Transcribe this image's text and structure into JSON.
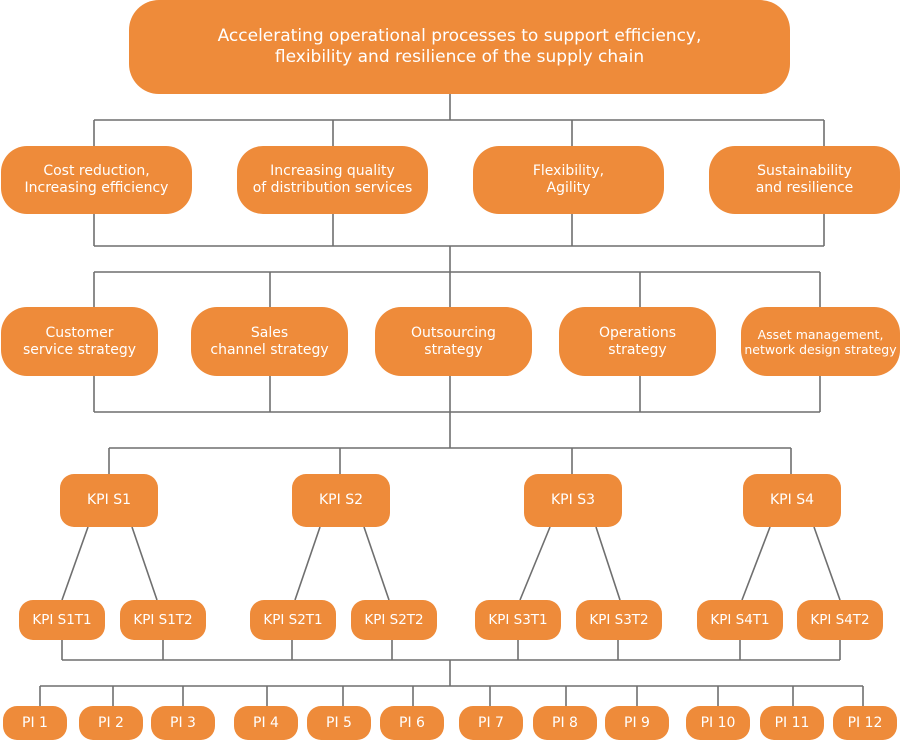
{
  "diagram": {
    "top": "Accelerating operational processes to support efficiency,\nflexibility and resilience of the supply chain",
    "objectives": [
      "Cost reduction,\nIncreasing efficiency",
      "Increasing quality\nof distribution services",
      "Flexibility,\nAgility",
      "Sustainability\nand resilience"
    ],
    "strategies": [
      "Customer\nservice strategy",
      "Sales\nchannel strategy",
      "Outsourcing\nstrategy",
      "Operations\nstrategy",
      "Asset management,\nnetwork design strategy"
    ],
    "kpis": [
      "KPI S1",
      "KPI S2",
      "KPI S3",
      "KPI S4"
    ],
    "sub_kpis": [
      "KPI S1T1",
      "KPI S1T2",
      "KPI S2T1",
      "KPI S2T2",
      "KPI S3T1",
      "KPI S3T2",
      "KPI S4T1",
      "KPI S4T2"
    ],
    "pis": [
      "PI 1",
      "PI 2",
      "PI 3",
      "PI 4",
      "PI 5",
      "PI 6",
      "PI 7",
      "PI 8",
      "PI 9",
      "PI 10",
      "PI 11",
      "PI 12"
    ],
    "colors": {
      "box": "#ee8b3a",
      "text": "#ffffff",
      "line": "#6f6f6f"
    }
  }
}
